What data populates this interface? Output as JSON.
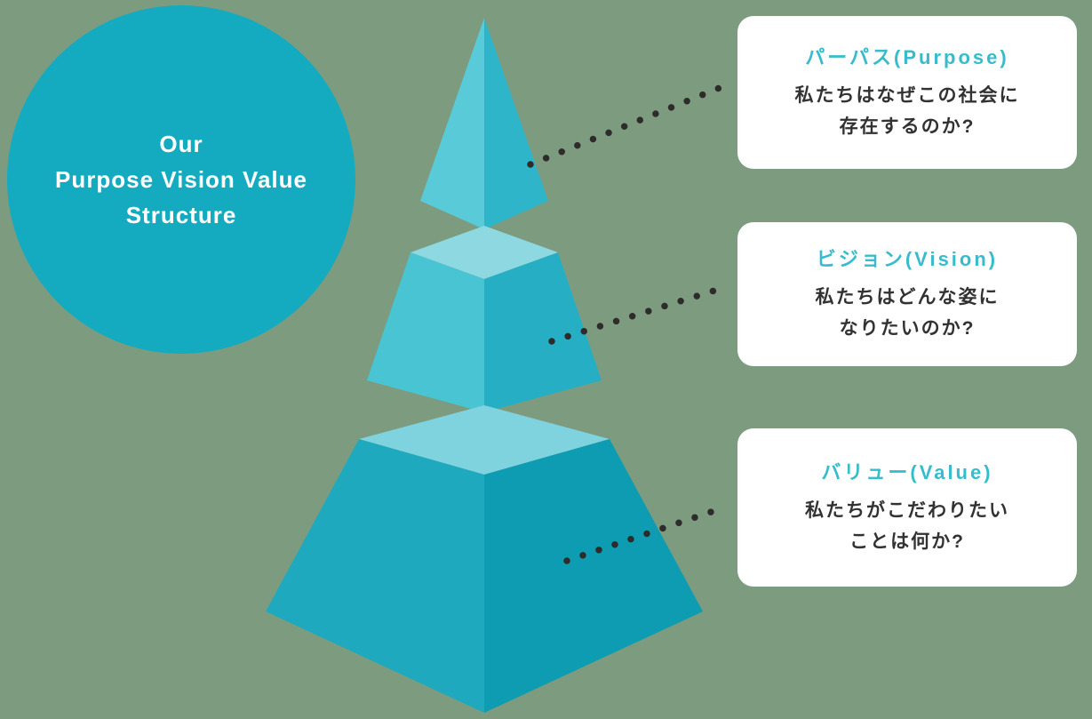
{
  "colors": {
    "background": "#7d9c7f",
    "circle": "#14abc1",
    "heading": "#38bccd",
    "body_text": "#323232",
    "card": "#ffffff",
    "dot": "#2e2c2a",
    "pyr_tip_left": "#59cad7",
    "pyr_tip_right": "#2eb5c9",
    "pyr_mid_top": "#8ed8e2",
    "pyr_mid_left": "#49c4d3",
    "pyr_mid_right": "#26afc4",
    "pyr_bot_top": "#7fd3de",
    "pyr_bot_left": "#1fa9be",
    "pyr_bot_right": "#0e9cb2"
  },
  "circle": {
    "line1": "Our",
    "line2": "Purpose Vision Value",
    "line3": "Structure"
  },
  "pyramid": {
    "levels": [
      "purpose",
      "vision",
      "value"
    ]
  },
  "callouts": [
    {
      "title": "パーパス(Purpose)",
      "line1": "私たちはなぜこの社会に",
      "line2": "存在するのか?"
    },
    {
      "title": "ビジョン(Vision)",
      "line1": "私たちはどんな姿に",
      "line2": "なりたいのか?"
    },
    {
      "title": "バリュー(Value)",
      "line1": "私たちがこだわりたい",
      "line2": "ことは何か?"
    }
  ]
}
